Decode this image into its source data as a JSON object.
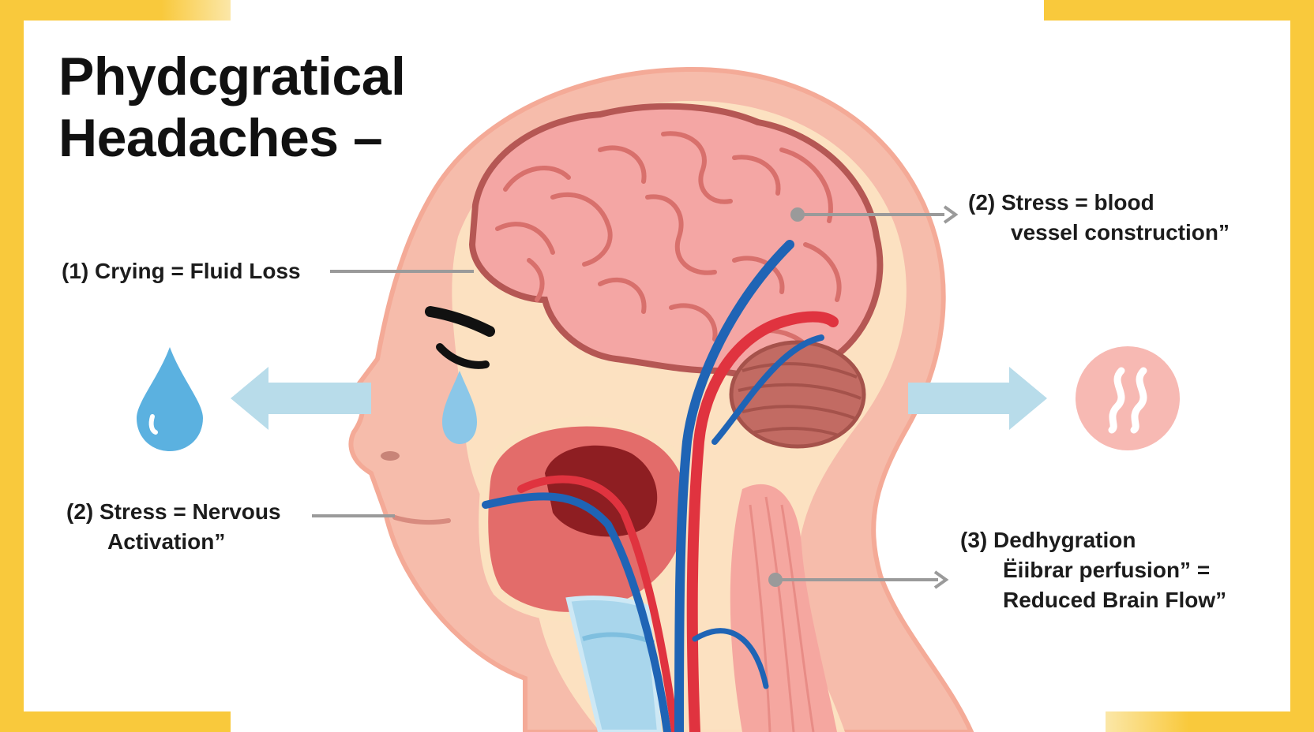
{
  "title": {
    "line1": "Phydcgratical",
    "line2": "Headaches –"
  },
  "labels": {
    "crying": "(1) Crying = Fluid Loss",
    "stress_vessel": {
      "line1": "(2) Stress = blood",
      "line2": "vessel construction”"
    },
    "stress_nervous": {
      "line1": "(2) Stress = Nervous",
      "line2": "Activation”"
    },
    "dehydration": {
      "line1": "(3) Dedhygration",
      "line2": "Ëiibrar perfusion” =",
      "line3": "Reduced Brain Flow”"
    }
  },
  "icons": {
    "left": "water-drop-icon",
    "right": "heat-wave-icon"
  },
  "colors": {
    "frame": "#f9c93c",
    "skin": "#f6bcab",
    "skin_outline": "#f3a996",
    "brain": "#f4a6a4",
    "brain_outline": "#b55754",
    "artery": "#e0333f",
    "vein": "#1f64b5",
    "arrow": "#b8dcea",
    "drop": "#5bb1e0",
    "connector": "#9a9a9a"
  }
}
